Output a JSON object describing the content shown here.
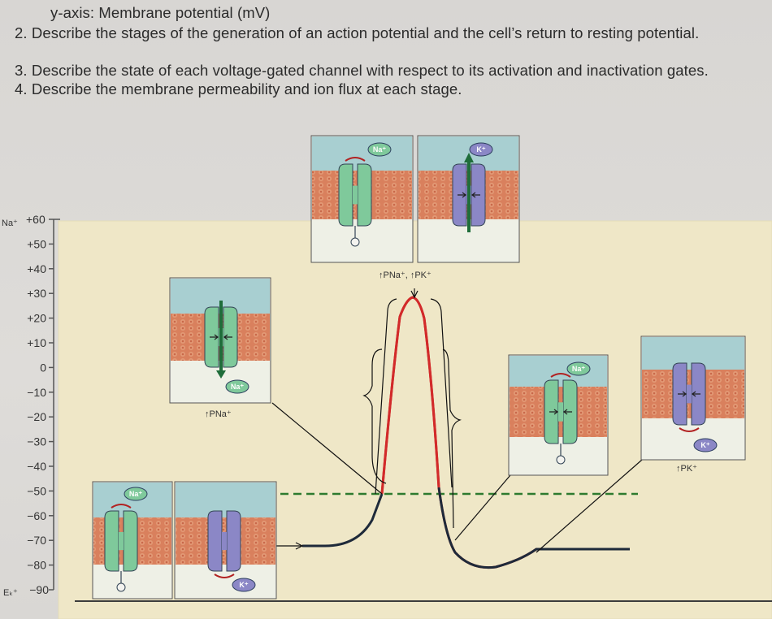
{
  "questions": {
    "y_axis_caption": "y-axis: Membrane potential (mV)",
    "q2": "2. Describe the stages of the generation of an action potential and the cell’s return to resting potential.",
    "q3": "3. Describe the state of each voltage-gated channel with respect to its activation and inactivation gates.",
    "q4": "4. Describe the membrane permeability and ion flux at each stage."
  },
  "axis": {
    "top_marker": "Na⁺",
    "bottom_marker": "Eₖ⁺",
    "ticks": [
      "+60",
      "+50",
      "+40",
      "+30",
      "+20",
      "+10",
      "0",
      "−10",
      "−20",
      "−30",
      "−40",
      "−50",
      "−60",
      "−70",
      "−80",
      "−90"
    ],
    "values": [
      60,
      50,
      40,
      30,
      20,
      10,
      0,
      -10,
      -20,
      -30,
      -40,
      -50,
      -60,
      -70,
      -80,
      -90
    ]
  },
  "labels": {
    "p_na_up": "↑PNa⁺",
    "p_na_k_up": "↑PNa⁺, ↑PK⁺",
    "p_k_up": "↑PK⁺",
    "na_ion": "Na⁺",
    "k_ion": "K⁺"
  },
  "colors": {
    "background_panel": "#efe7c7",
    "extracellular": "#a8cfd1",
    "membrane": "#d9805d",
    "na_channel": "#7fc99b",
    "k_channel": "#8b87c6",
    "trace_black": "#1e2a3a",
    "trace_red": "#d22a2a",
    "threshold": "#2e7a2e"
  }
}
